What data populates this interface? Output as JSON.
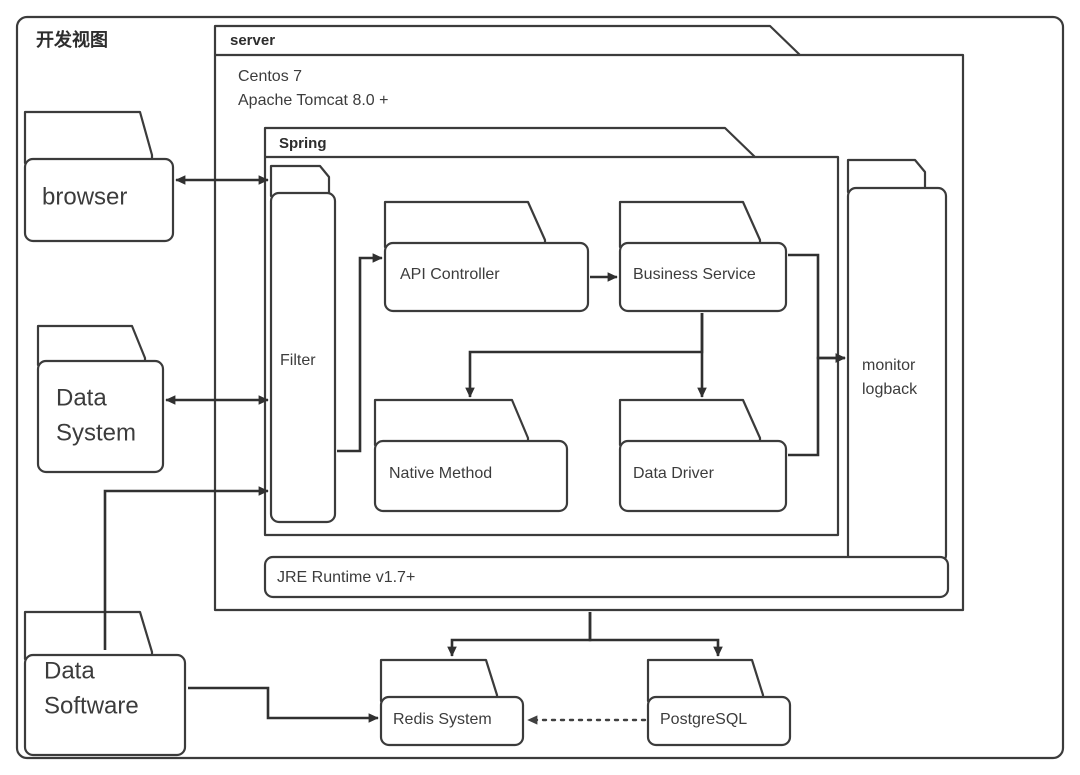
{
  "diagram": {
    "title": "开发视图",
    "outer_frame": {
      "name": "development-view-frame"
    },
    "server": {
      "tab_label": "server",
      "lines": [
        "Centos 7",
        "Apache Tomcat 8.0 +"
      ],
      "spring": {
        "tab_label": "Spring",
        "components": [
          {
            "id": "filter",
            "label": "Filter"
          },
          {
            "id": "api-controller",
            "label": "API Controller"
          },
          {
            "id": "business-service",
            "label": "Business Service"
          },
          {
            "id": "native-method",
            "label": "Native Method"
          },
          {
            "id": "data-driver",
            "label": "Data Driver"
          }
        ]
      },
      "monitor": {
        "id": "monitor-logback",
        "label_line1": "monitor",
        "label_line2": "logback"
      },
      "runtime_bar": {
        "id": "jre-runtime",
        "label": "JRE Runtime v1.7+"
      }
    },
    "clients": [
      {
        "id": "browser",
        "label": "browser"
      },
      {
        "id": "data-system",
        "label_line1": "Data",
        "label_line2": "System"
      },
      {
        "id": "data-software",
        "label_line1": "Data",
        "label_line2": "Software"
      }
    ],
    "datastores": [
      {
        "id": "redis-system",
        "label": "Redis System"
      },
      {
        "id": "postgresql",
        "label": "PostgreSQL"
      }
    ],
    "colors": {
      "background": "#ffffff",
      "shape_stroke": "#3b3b3b",
      "connector_stroke": "#303030",
      "text": "#3c3c3c",
      "heading_text": "#2d2d2d"
    },
    "connections": [
      {
        "from": "browser",
        "to": "filter",
        "style": "bidirectional"
      },
      {
        "from": "data-system",
        "to": "filter",
        "style": "bidirectional"
      },
      {
        "from": "data-software",
        "to": "filter",
        "style": "arrow"
      },
      {
        "from": "filter",
        "to": "api-controller",
        "style": "arrow"
      },
      {
        "from": "api-controller",
        "to": "business-service",
        "style": "arrow"
      },
      {
        "from": "business-service",
        "to": "native-method",
        "style": "arrow"
      },
      {
        "from": "business-service",
        "to": "data-driver",
        "style": "arrow"
      },
      {
        "from": "business-service",
        "to": "monitor-logback",
        "style": "arrow"
      },
      {
        "from": "data-driver",
        "to": "monitor-logback",
        "style": "arrow"
      },
      {
        "from": "server",
        "to": "redis-system",
        "style": "arrow"
      },
      {
        "from": "server",
        "to": "postgresql",
        "style": "arrow"
      },
      {
        "from": "data-software",
        "to": "redis-system",
        "style": "arrow"
      },
      {
        "from": "postgresql",
        "to": "redis-system",
        "style": "dotted-arrow"
      }
    ]
  }
}
